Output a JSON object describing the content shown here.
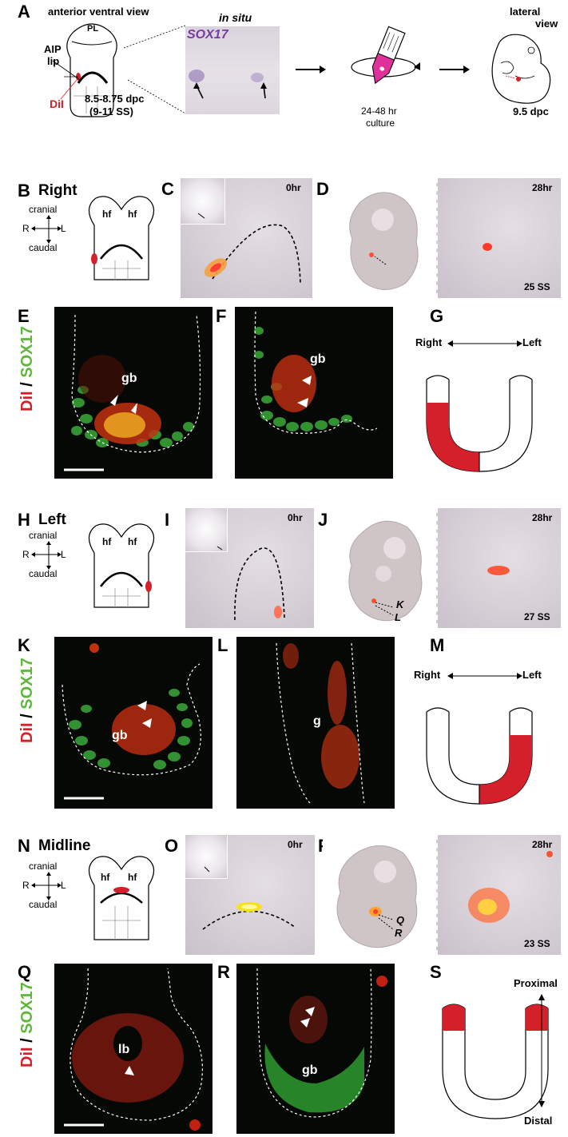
{
  "colors": {
    "dii_red": "#d4202a",
    "sox17_green": "#5fb63c",
    "insitu_purple": "#7a3aa0",
    "tube_magenta": "#e0309a"
  },
  "panels": {
    "A": "A",
    "B": "B",
    "C": "C",
    "D": "D",
    "E": "E",
    "F": "F",
    "G": "G",
    "H": "H",
    "I": "I",
    "J": "J",
    "K": "K",
    "L": "L",
    "M": "M",
    "N": "N",
    "O": "O",
    "P": "P",
    "Q": "Q",
    "R": "R",
    "S": "S"
  },
  "A": {
    "view_title": "anterior ventral view",
    "pl": "PL",
    "aip_label": "AIP",
    "lip_label": "lip",
    "dil_label": "DiI",
    "stage": "8.5-8.75 dpc",
    "somites": "(9-11 SS)",
    "insitu_title": "in situ",
    "sox17": "SOX17",
    "culture_line1": "24-48 hr",
    "culture_line2": "culture",
    "lateral_line1": "lateral",
    "lateral_line2": "view",
    "stage_end": "9.5 dpc"
  },
  "axes": {
    "cranial": "cranial",
    "caudal": "caudal",
    "r": "R",
    "l": "L"
  },
  "schematic": {
    "hf": "hf"
  },
  "B": {
    "title": "Right"
  },
  "H": {
    "title": "Left"
  },
  "N": {
    "title": "Midline"
  },
  "time": {
    "zero": "0hr",
    "t28": "28hr"
  },
  "D": {
    "ss": "25 SS"
  },
  "J": {
    "ss": "27 SS",
    "k": "K",
    "l": "L"
  },
  "P": {
    "ss": "23 SS",
    "q": "Q",
    "r": "R"
  },
  "stain": {
    "dii": "DiI",
    "slash": " / ",
    "sox17": "SOX17"
  },
  "labels": {
    "gb": "gb",
    "g": "g",
    "lb": "lb"
  },
  "G": {
    "right": "Right",
    "left": "Left"
  },
  "M": {
    "right": "Right",
    "left": "Left"
  },
  "S": {
    "proximal": "Proximal",
    "distal": "Distal"
  }
}
